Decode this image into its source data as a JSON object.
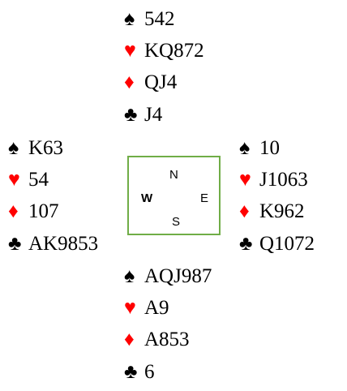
{
  "suit_symbols": {
    "spades": "♠",
    "hearts": "♥",
    "diamonds": "♦",
    "clubs": "♣"
  },
  "colors": {
    "red_suit": "#ff0000",
    "black_suit": "#000000",
    "compass_border": "#70ad47"
  },
  "compass": {
    "north": "N",
    "west": "W",
    "east": "E",
    "south": "S"
  },
  "hands": {
    "north": {
      "spades": "542",
      "hearts": "KQ872",
      "diamonds": "QJ4",
      "clubs": "J4"
    },
    "west": {
      "spades": "K63",
      "hearts": "54",
      "diamonds": "107",
      "clubs": "AK9853"
    },
    "east": {
      "spades": "10",
      "hearts": "J1063",
      "diamonds": "K962",
      "clubs": "Q1072"
    },
    "south": {
      "spades": "AQJ987",
      "hearts": "A9",
      "diamonds": "A853",
      "clubs": "6"
    }
  }
}
